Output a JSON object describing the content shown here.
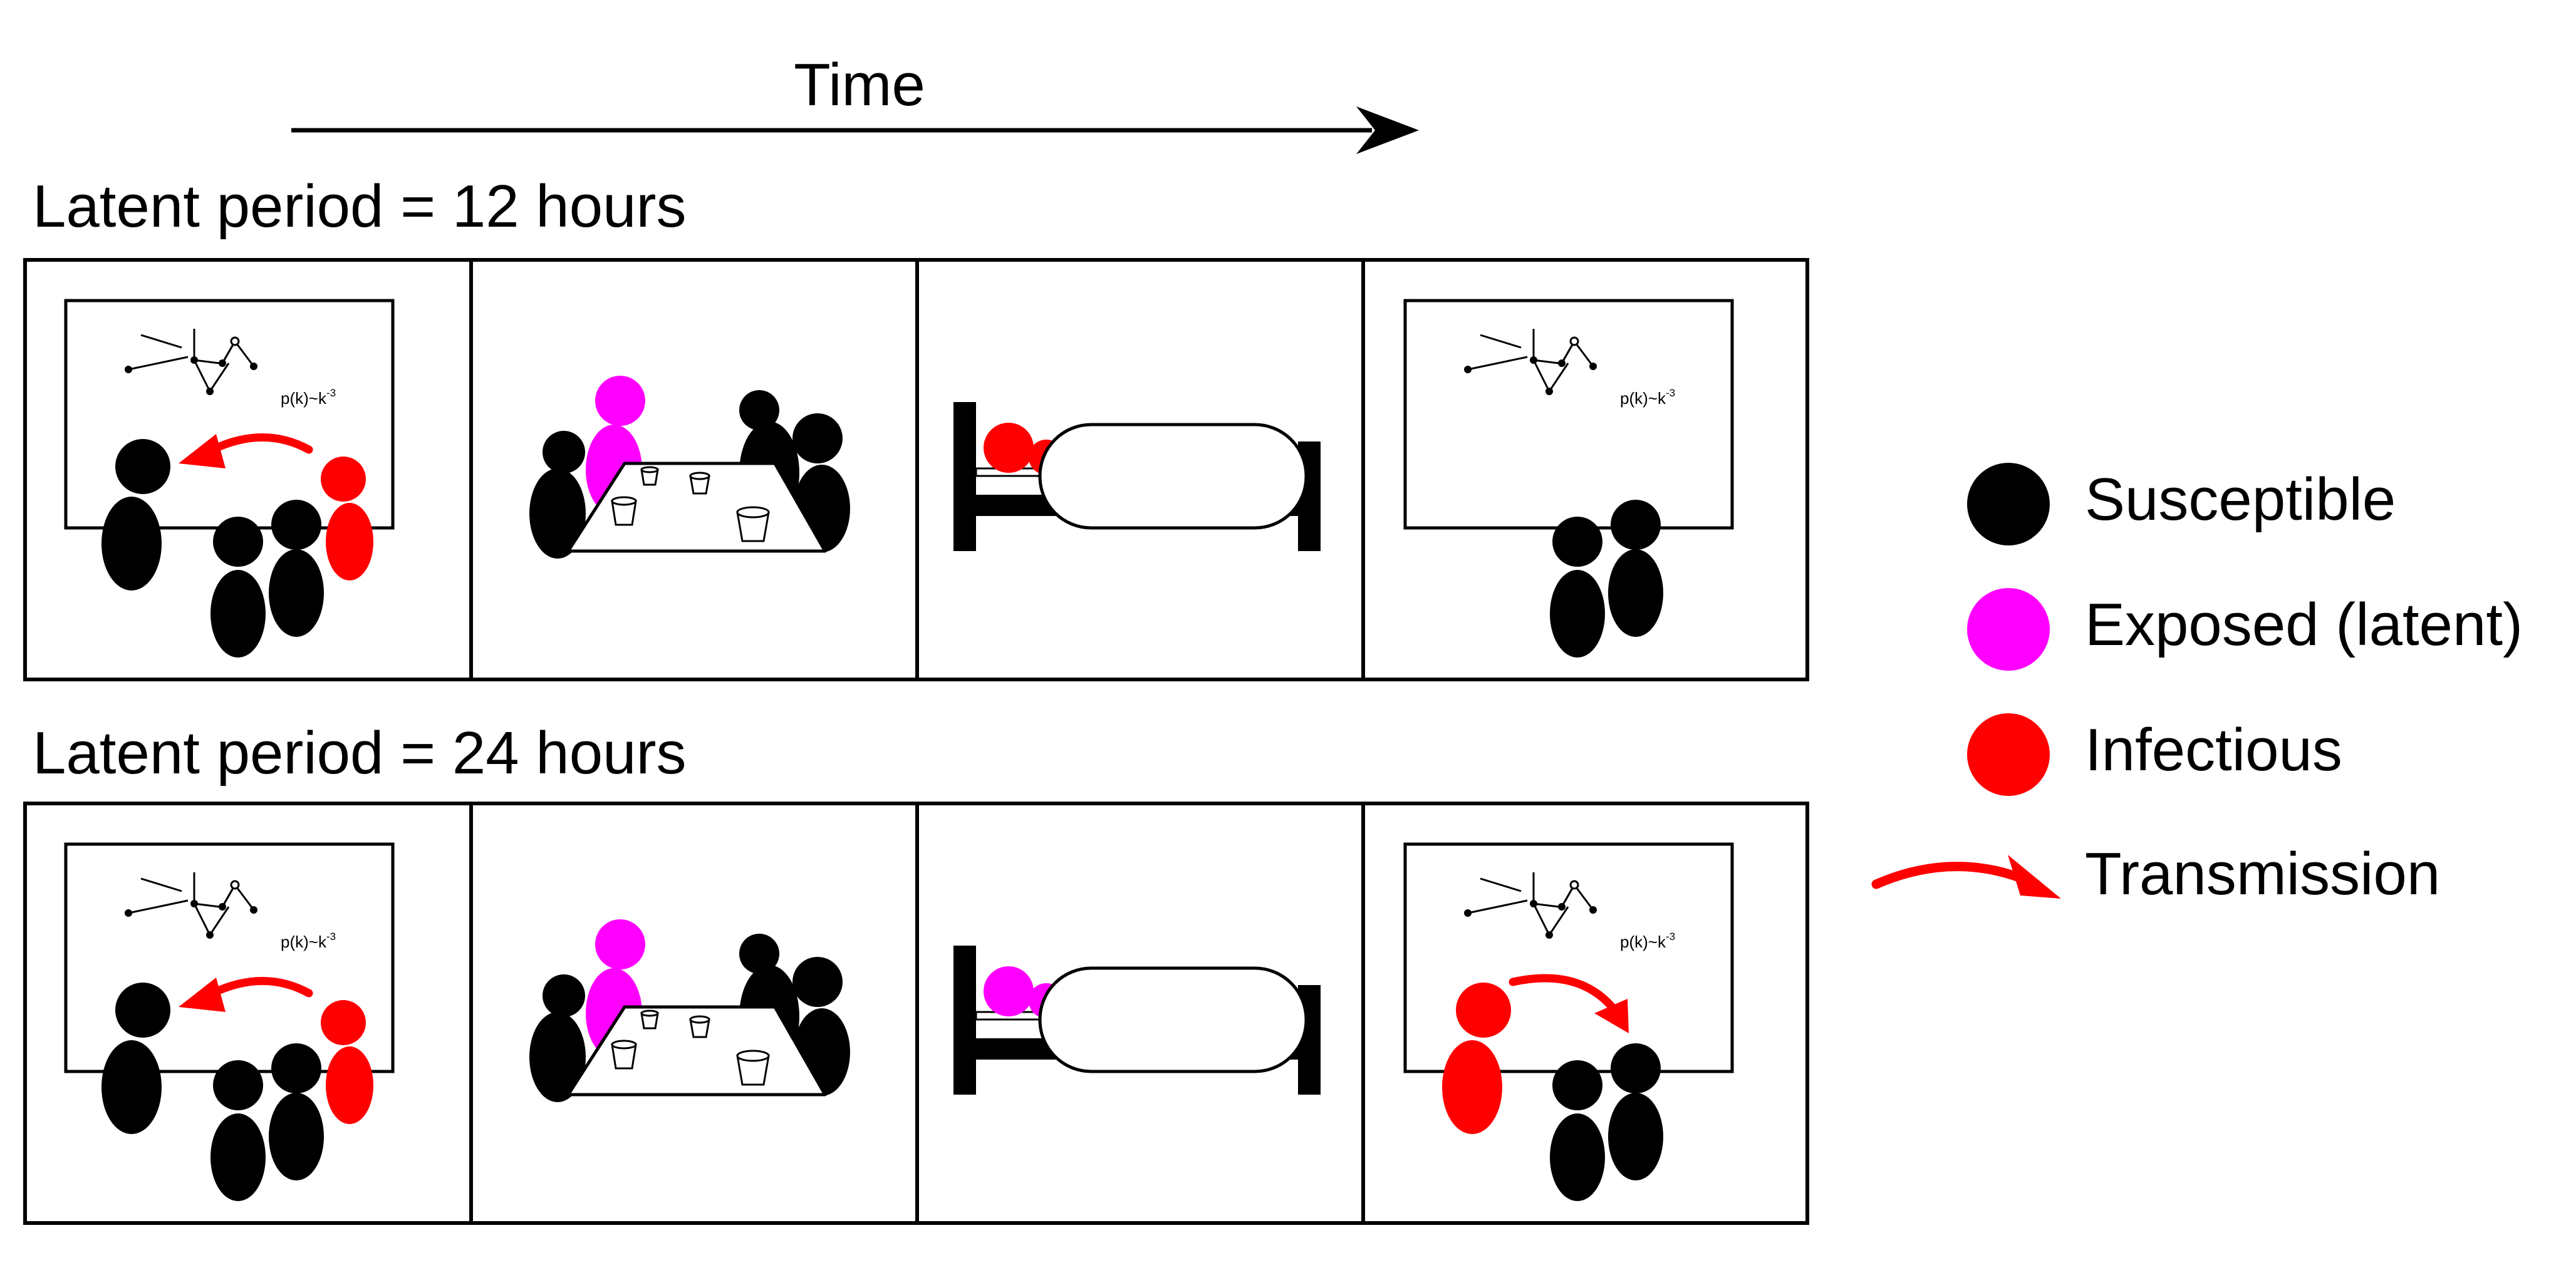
{
  "time_label": "Time",
  "rows": [
    {
      "label": "Latent period = 12 hours"
    },
    {
      "label": "Latent period = 24 hours"
    }
  ],
  "whiteboard_formula": "p(k)~k",
  "whiteboard_exponent": "-3",
  "legend": {
    "susceptible": "Susceptible",
    "exposed": "Exposed (latent)",
    "infectious": "Infectious",
    "transmission": "Transmission"
  },
  "colors": {
    "susceptible": "#000000",
    "exposed": "#ff00ff",
    "infectious": "#ff0000",
    "transmission": "#ff0000"
  }
}
